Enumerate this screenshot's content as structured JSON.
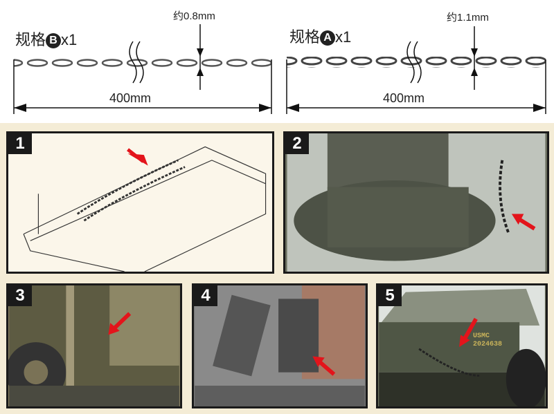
{
  "specs": [
    {
      "label": "规格",
      "badge": "B",
      "qty": "x1",
      "thickness": "约0.8mm",
      "length": "400mm"
    },
    {
      "label": "规格",
      "badge": "A",
      "qty": "x1",
      "thickness": "约1.1mm",
      "length": "400mm"
    }
  ],
  "panels": [
    {
      "number": "1"
    },
    {
      "number": "2"
    },
    {
      "number": "3"
    },
    {
      "number": "4"
    },
    {
      "number": "5"
    }
  ],
  "marking": {
    "line1": "USMC",
    "line2": "2024638"
  },
  "colors": {
    "background": "#f4ecd6",
    "arrow": "#e3141b",
    "frame": "#1a1a1a"
  }
}
